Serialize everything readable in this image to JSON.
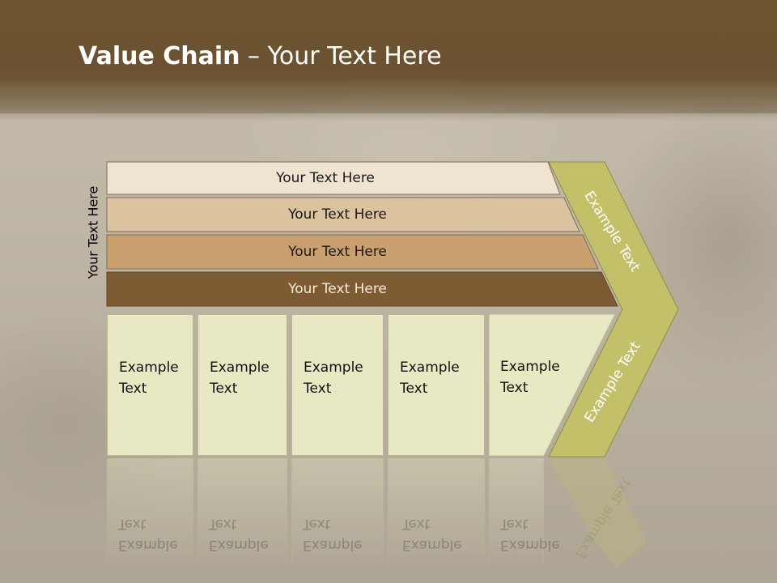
{
  "slide": {
    "title_bold": "Value Chain",
    "title_rest": " – Your Text Here",
    "side_label": "Your Text Here"
  },
  "bands": [
    {
      "label": "Your Text Here",
      "color": "#efe4d2"
    },
    {
      "label": "Your Text Here",
      "color": "#dcc3a0"
    },
    {
      "label": "Your Text Here",
      "color": "#c9a06e"
    },
    {
      "label": "Your Text Here",
      "color": "#7d5c33"
    }
  ],
  "columns": [
    {
      "line1": "Example",
      "line2": "Text"
    },
    {
      "line1": "Example",
      "line2": "Text"
    },
    {
      "line1": "Example",
      "line2": "Text"
    },
    {
      "line1": "Example",
      "line2": "Text"
    },
    {
      "line1": "Example",
      "line2": "Text"
    }
  ],
  "chevron": {
    "upper_label": "Example Text",
    "lower_label": "Example Text",
    "color": "#c3c06a"
  },
  "colors": {
    "header": "#6b5230",
    "column_fill": "#e8e8c2"
  }
}
